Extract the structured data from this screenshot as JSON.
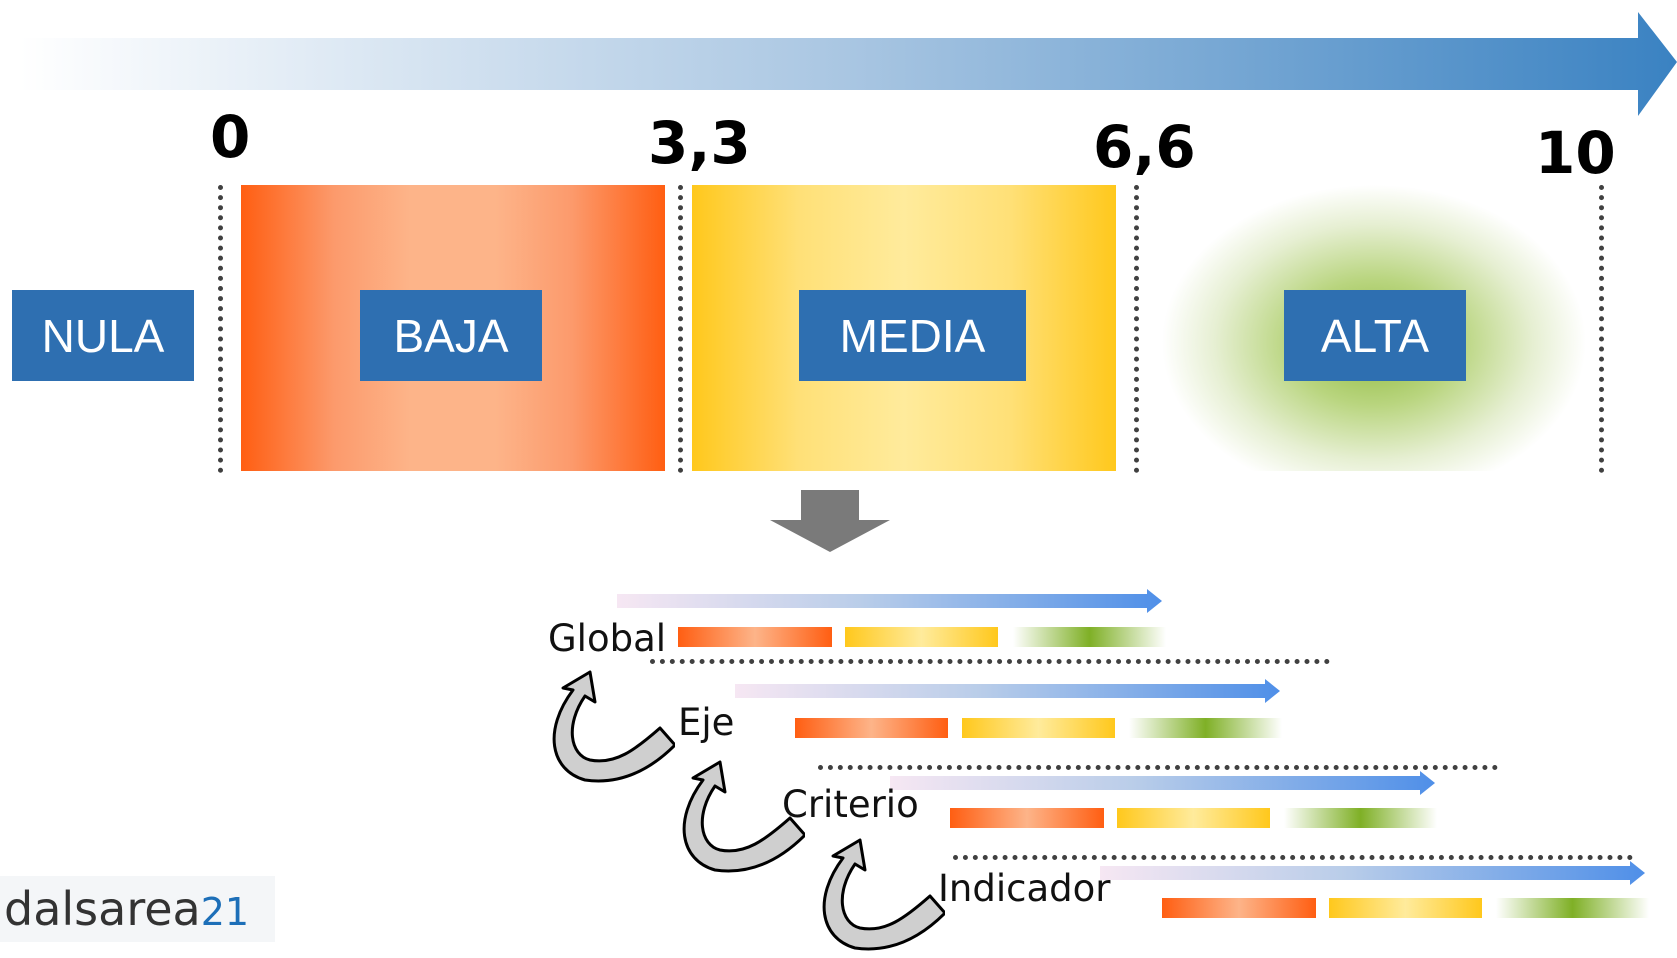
{
  "scale": {
    "ticks": [
      "0",
      "3,3",
      "6,6",
      "10"
    ]
  },
  "categories": {
    "nula": "NULA",
    "baja": "BAJA",
    "media": "MEDIA",
    "alta": "ALTA"
  },
  "levels": [
    "Global",
    "Eje",
    "Criterio",
    "Indicador"
  ],
  "logo": {
    "name": "dalsarea",
    "suffix": "21"
  },
  "colors": {
    "label_box": "#2e6fb1",
    "baja": "#ff5e12",
    "media": "#ffc81c",
    "alta": "#7fb026",
    "arrow": "#3a7fc0"
  }
}
